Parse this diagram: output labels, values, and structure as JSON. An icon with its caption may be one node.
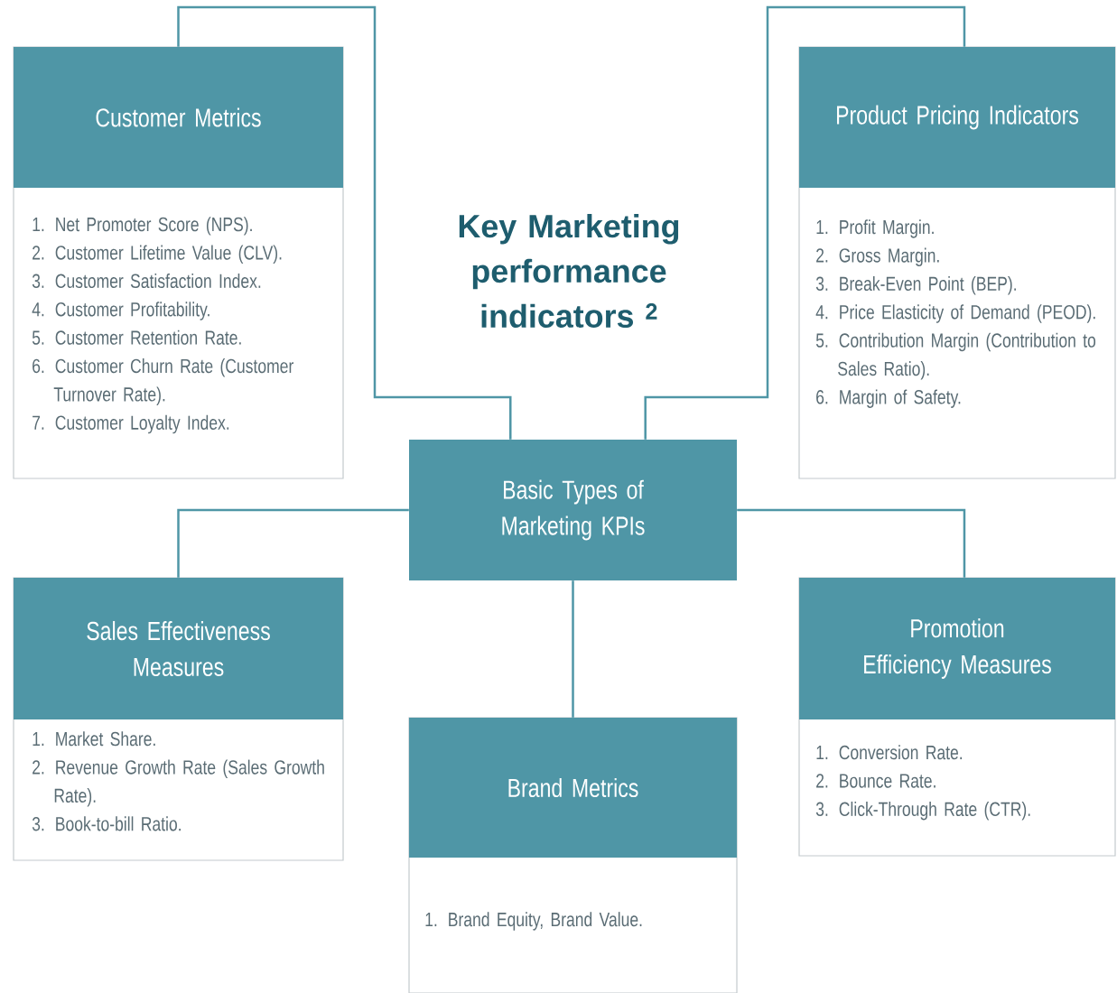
{
  "diagram": {
    "title": "Key Marketing performance indicators $^{2}$",
    "nodes": [
      {
        "text": [
          "Customer Metrics",
          "1. Net Promoter Score (NPS).",
          "2. Customer Lifetime Value (CLV).",
          "3. Customer Satisfaction Index.",
          "4. Customer Profitability.",
          "5. Customer Retention Rate.",
          "6. Customer Churn Rate (Customer Turnover Rate).",
          "7. Customer Loyalty Index."
        ]
      },
      {
        "text": [
          "Product Pricing Indicators",
          "1. Profit Margin.",
          "2. Gross Margin.",
          "3. Break-Even Point (BEP).",
          "4. Price Elasticity of Demand (PEOD).",
          "5. Contribution Margin (Contribution to Sales Ratio).",
          "6. Margin of Safety."
        ]
      },
      {
        "text": [
          "Basic Types of Marketing KPIs"
        ]
      },
      {
        "text": [
          "Sales Effectiveness Measures",
          "1. Market Share.",
          "2. Revenue Growth Rate (Sales Growth Rate).",
          "3. Book-to-bill Ratio."
        ]
      },
      {
        "text": [
          "Promotion Efficiency Measures",
          "1. Conversion Rate.",
          "2. Bounce Rate.",
          "3. Click-Through Rate (CTR)."
        ]
      },
      {
        "text": [
          "Brand Metrics",
          "1. Brand Equity, Brand Value."
        ]
      }
    ],
    "edges": [
      {
        "from": 2,
        "to": 0,
        "arrow": "none"
      },
      {
        "from": 2,
        "to": 1,
        "arrow": "none"
      },
      {
        "from": 2,
        "to": 3,
        "arrow": "none"
      },
      {
        "from": 2,
        "to": 4,
        "arrow": "none"
      },
      {
        "from": 2,
        "to": 5,
        "arrow": "none"
      }
    ]
  }
}
